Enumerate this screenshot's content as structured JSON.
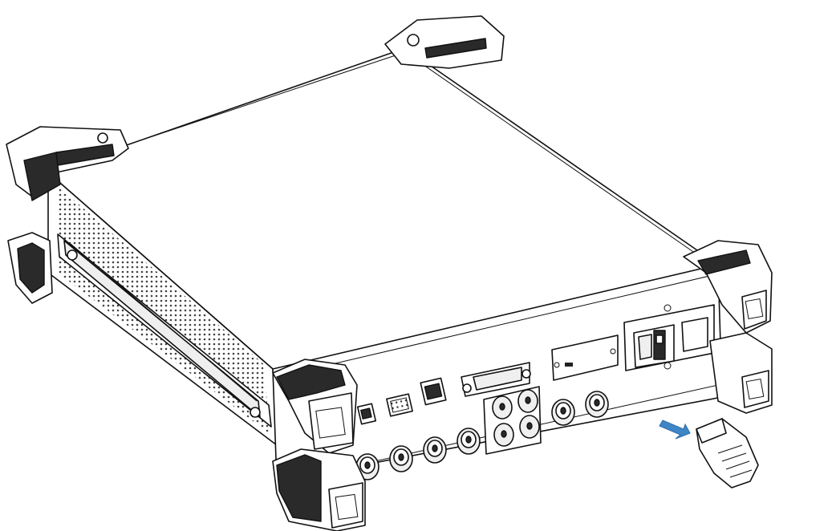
{
  "figure": {
    "subject": "instrument-rear-panel-power-cord-connection",
    "colors": {
      "outline": "#111111",
      "background": "#ffffff",
      "arrow": "#3f86c6",
      "dark_fill": "#2a2a2a"
    },
    "icons": {
      "arrow": "insert-direction-arrow",
      "plug": "power-cord-plug",
      "socket": "ac-power-socket"
    }
  }
}
